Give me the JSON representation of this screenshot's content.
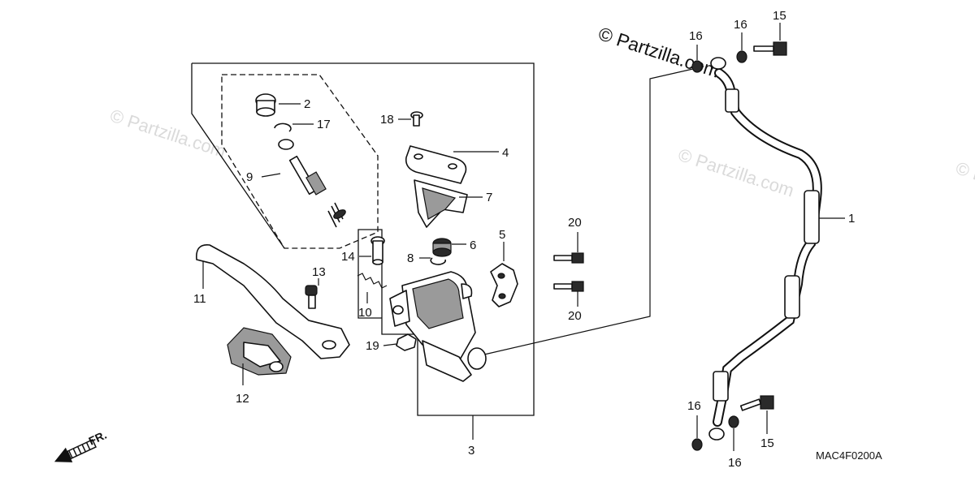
{
  "watermark": {
    "main": "© Partzilla.com",
    "faint": "© Partzilla.com"
  },
  "diagram_code": "MAC4F0200A",
  "direction_label": "FR.",
  "icons": {
    "front_arrow": "front-direction-arrow-icon"
  },
  "callouts": {
    "c1": "1",
    "c2": "2",
    "c3": "3",
    "c4": "4",
    "c5": "5",
    "c6": "6",
    "c7": "7",
    "c8": "8",
    "c9": "9",
    "c10": "10",
    "c11": "11",
    "c12": "12",
    "c13": "13",
    "c14": "14",
    "c15a": "15",
    "c15b": "15",
    "c16a": "16",
    "c16b": "16",
    "c16c": "16",
    "c16d": "16",
    "c17": "17",
    "c18": "18",
    "c19": "19",
    "c20a": "20",
    "c20b": "20"
  }
}
